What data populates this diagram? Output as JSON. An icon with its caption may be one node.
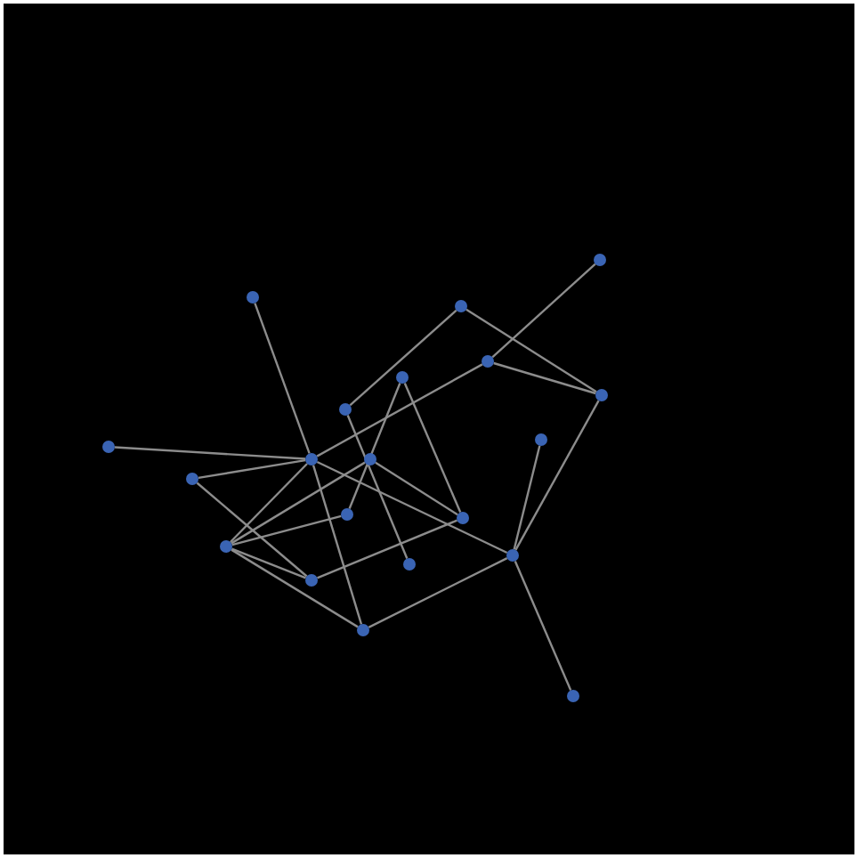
{
  "diagram": {
    "nodes": [
      {
        "text": [],
        "shape": "circle"
      },
      {
        "text": [],
        "shape": "circle"
      },
      {
        "text": [],
        "shape": "circle"
      },
      {
        "text": [],
        "shape": "circle"
      },
      {
        "text": [],
        "shape": "circle"
      },
      {
        "text": [],
        "shape": "circle"
      },
      {
        "text": [],
        "shape": "circle"
      },
      {
        "text": [],
        "shape": "circle"
      },
      {
        "text": [],
        "shape": "circle"
      },
      {
        "text": [],
        "shape": "circle"
      },
      {
        "text": [],
        "shape": "circle"
      },
      {
        "text": [],
        "shape": "circle"
      },
      {
        "text": [],
        "shape": "circle"
      },
      {
        "text": [],
        "shape": "circle"
      },
      {
        "text": [],
        "shape": "circle"
      },
      {
        "text": [],
        "shape": "circle"
      },
      {
        "text": [],
        "shape": "circle"
      },
      {
        "text": [],
        "shape": "circle"
      },
      {
        "text": [],
        "shape": "circle"
      },
      {
        "text": [],
        "shape": "circle"
      }
    ],
    "edges": [
      {
        "from": 0,
        "to": 8,
        "arrow": "none"
      },
      {
        "from": 1,
        "to": 6,
        "arrow": "none"
      },
      {
        "from": 1,
        "to": 4,
        "arrow": "none"
      },
      {
        "from": 2,
        "to": 3,
        "arrow": "none"
      },
      {
        "from": 3,
        "to": 4,
        "arrow": "none"
      },
      {
        "from": 3,
        "to": 8,
        "arrow": "none"
      },
      {
        "from": 6,
        "to": 15,
        "arrow": "none"
      },
      {
        "from": 5,
        "to": 13,
        "arrow": "none"
      },
      {
        "from": 5,
        "to": 12,
        "arrow": "none"
      },
      {
        "from": 7,
        "to": 8,
        "arrow": "none"
      },
      {
        "from": 11,
        "to": 8,
        "arrow": "none"
      },
      {
        "from": 11,
        "to": 16,
        "arrow": "none"
      },
      {
        "from": 8,
        "to": 17,
        "arrow": "none"
      },
      {
        "from": 8,
        "to": 18,
        "arrow": "none"
      },
      {
        "from": 9,
        "to": 13,
        "arrow": "none"
      },
      {
        "from": 13,
        "to": 16,
        "arrow": "none"
      },
      {
        "from": 14,
        "to": 12,
        "arrow": "none"
      },
      {
        "from": 14,
        "to": 8,
        "arrow": "none"
      },
      {
        "from": 14,
        "to": 9,
        "arrow": "none"
      },
      {
        "from": 14,
        "to": 16,
        "arrow": "none"
      },
      {
        "from": 14,
        "to": 18,
        "arrow": "none"
      },
      {
        "from": 18,
        "to": 17,
        "arrow": "none"
      },
      {
        "from": 10,
        "to": 17,
        "arrow": "none"
      },
      {
        "from": 4,
        "to": 17,
        "arrow": "none"
      },
      {
        "from": 17,
        "to": 19,
        "arrow": "none"
      }
    ]
  }
}
